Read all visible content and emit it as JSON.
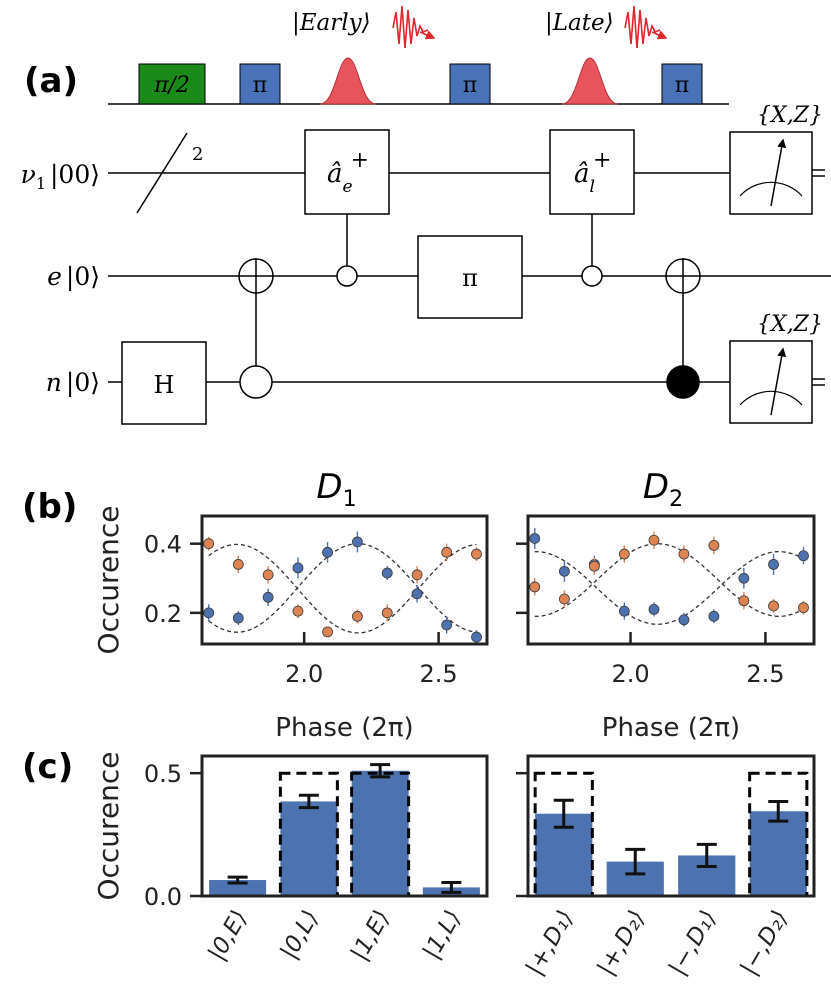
{
  "panels": {
    "a": "(a)",
    "b": "(b)",
    "c": "(c)"
  },
  "pulse_sequence": {
    "blocks": [
      "π/2",
      "π",
      "π",
      "π"
    ],
    "emission_labels": [
      "|Early⟩",
      "|Late⟩"
    ],
    "colors": {
      "green": "#1a8a1a",
      "blue": "#4a72b8",
      "red_pulse": "#e8545c"
    }
  },
  "circuit": {
    "wires": [
      {
        "symbol": "ν",
        "sub": "1",
        "ket": "|00⟩"
      },
      {
        "symbol": "e",
        "sub": "",
        "ket": "|0⟩"
      },
      {
        "symbol": "n",
        "sub": "",
        "ket": "|0⟩"
      }
    ],
    "bus_count": "2",
    "gates": {
      "hadamard": "H",
      "pi": "π",
      "a_early": {
        "base": "â",
        "sub": "e",
        "sup": "+"
      },
      "a_late": {
        "base": "â",
        "sub": "l",
        "sup": "+"
      }
    },
    "measurement_labels": [
      "{X,Z}",
      "{X,Z}"
    ]
  },
  "chart_data": [
    {
      "type": "scatter",
      "title": "D",
      "title_sub": "1",
      "xlabel": "Phase (2π)",
      "ylabel": "Occurence",
      "xlim": [
        1.62,
        2.68
      ],
      "ylim": [
        0.11,
        0.48
      ],
      "xticks": [
        "2.0",
        "2.5"
      ],
      "xtick_values": [
        2.0,
        2.5
      ],
      "yticks": [
        "0.2",
        "0.4"
      ],
      "ytick_values": [
        0.2,
        0.4
      ],
      "series": [
        {
          "color": "#4c72b0",
          "x": [
            1.645,
            1.755,
            1.866,
            1.977,
            2.087,
            2.198,
            2.309,
            2.42,
            2.53,
            2.641
          ],
          "y": [
            0.2,
            0.185,
            0.245,
            0.33,
            0.375,
            0.405,
            0.315,
            0.255,
            0.165,
            0.13
          ],
          "err": [
            0.025,
            0.02,
            0.025,
            0.03,
            0.03,
            0.03,
            0.02,
            0.025,
            0.025,
            0.02
          ],
          "fit": {
            "offset": 0.272,
            "amp": 0.128,
            "peak": 2.2,
            "period": 0.9
          }
        },
        {
          "color": "#dd8452",
          "x": [
            1.645,
            1.755,
            1.866,
            1.977,
            2.087,
            2.198,
            2.309,
            2.42,
            2.53,
            2.641
          ],
          "y": [
            0.4,
            0.34,
            0.31,
            0.205,
            0.145,
            0.19,
            0.2,
            0.31,
            0.375,
            0.37
          ],
          "err": [
            0.02,
            0.025,
            0.025,
            0.02,
            0.015,
            0.02,
            0.025,
            0.025,
            0.025,
            0.02
          ],
          "fit": {
            "offset": 0.27,
            "amp": 0.128,
            "peak": 2.65,
            "period": 0.9
          }
        }
      ]
    },
    {
      "type": "scatter",
      "title": "D",
      "title_sub": "2",
      "xlabel": "Phase (2π)",
      "ylabel": "",
      "xlim": [
        1.62,
        2.68
      ],
      "ylim": [
        0.11,
        0.48
      ],
      "xticks": [
        "2.0",
        "2.5"
      ],
      "xtick_values": [
        2.0,
        2.5
      ],
      "yticks": [],
      "ytick_values": [
        0.2,
        0.4
      ],
      "series": [
        {
          "color": "#4c72b0",
          "x": [
            1.645,
            1.755,
            1.866,
            1.977,
            2.087,
            2.198,
            2.309,
            2.42,
            2.53,
            2.641
          ],
          "y": [
            0.415,
            0.32,
            0.34,
            0.205,
            0.21,
            0.18,
            0.19,
            0.3,
            0.34,
            0.365
          ],
          "err": [
            0.03,
            0.03,
            0.025,
            0.025,
            0.02,
            0.02,
            0.02,
            0.03,
            0.03,
            0.025
          ],
          "fit": {
            "offset": 0.272,
            "amp": 0.105,
            "peak": 1.65,
            "period": 0.9
          }
        },
        {
          "color": "#dd8452",
          "x": [
            1.645,
            1.755,
            1.866,
            1.977,
            2.087,
            2.198,
            2.309,
            2.42,
            2.53,
            2.641
          ],
          "y": [
            0.275,
            0.24,
            0.335,
            0.37,
            0.41,
            0.37,
            0.395,
            0.235,
            0.22,
            0.215
          ],
          "err": [
            0.025,
            0.025,
            0.025,
            0.025,
            0.025,
            0.025,
            0.025,
            0.025,
            0.02,
            0.02
          ],
          "fit": {
            "offset": 0.295,
            "amp": 0.105,
            "peak": 2.1,
            "period": 0.9
          }
        }
      ]
    },
    {
      "type": "bar",
      "xlabel": "",
      "ylabel": "Occurence",
      "ylim": [
        0,
        0.57
      ],
      "yticks": [
        "0.0",
        "0.5"
      ],
      "ytick_values": [
        0.0,
        0.5
      ],
      "categories": [
        "|0,E⟩",
        "|0,L⟩",
        "|1,E⟩",
        "|1,L⟩"
      ],
      "values": [
        0.065,
        0.385,
        0.51,
        0.035
      ],
      "errors": [
        0.012,
        0.025,
        0.025,
        0.02
      ],
      "ideal": [
        0,
        0.5,
        0.5,
        0
      ],
      "color": "#4c72b0"
    },
    {
      "type": "bar",
      "xlabel": "",
      "ylabel": "",
      "ylim": [
        0,
        0.57
      ],
      "yticks": [],
      "ytick_values": [
        0.0,
        0.5
      ],
      "categories": [
        "|+,D₁⟩",
        "|+,D₂⟩",
        "|−,D₁⟩",
        "|−,D₂⟩"
      ],
      "values": [
        0.335,
        0.14,
        0.165,
        0.345
      ],
      "errors": [
        0.055,
        0.05,
        0.045,
        0.04
      ],
      "ideal": [
        0.5,
        0,
        0,
        0.5
      ],
      "color": "#4c72b0"
    }
  ]
}
